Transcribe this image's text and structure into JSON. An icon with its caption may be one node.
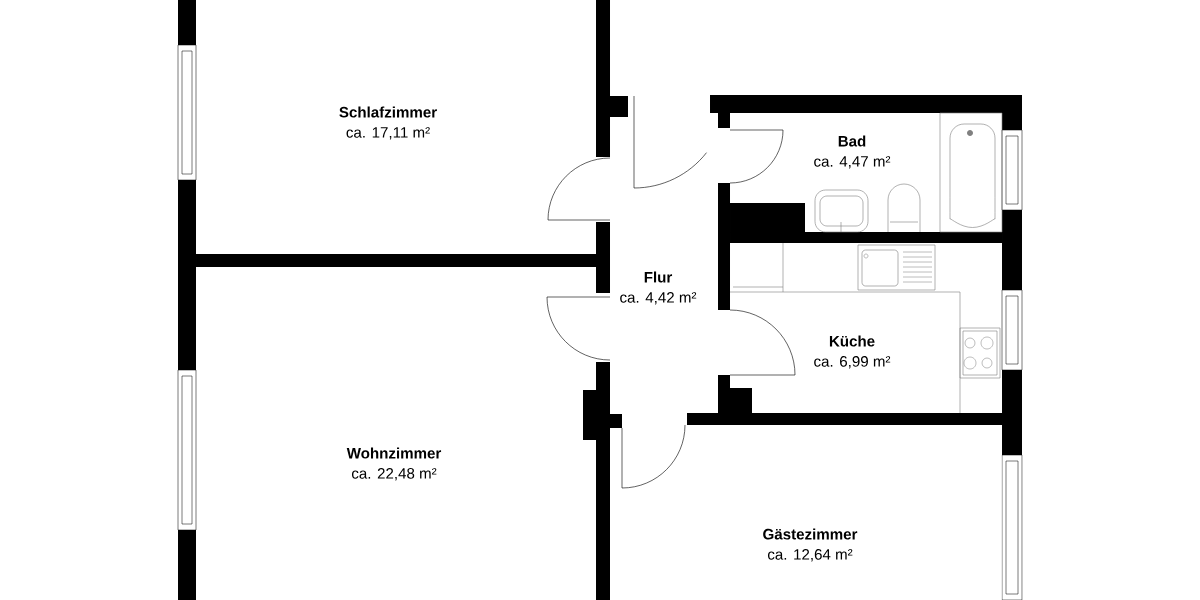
{
  "diagram": {
    "nodes": [
      {
        "text": [
          "Schlafzimmer",
          "ca. 17,11 m²"
        ]
      },
      {
        "text": [
          "Bad",
          "ca. 4,47 m²"
        ]
      },
      {
        "text": [
          "Flur",
          "ca. 4,42 m²"
        ]
      },
      {
        "text": [
          "Küche",
          "ca. 6,99 m²"
        ]
      },
      {
        "text": [
          "Wohnzimmer",
          "ca. 22,48 m²"
        ]
      },
      {
        "text": [
          "Gästezimmer",
          "ca. 12,64 m²"
        ]
      }
    ]
  }
}
